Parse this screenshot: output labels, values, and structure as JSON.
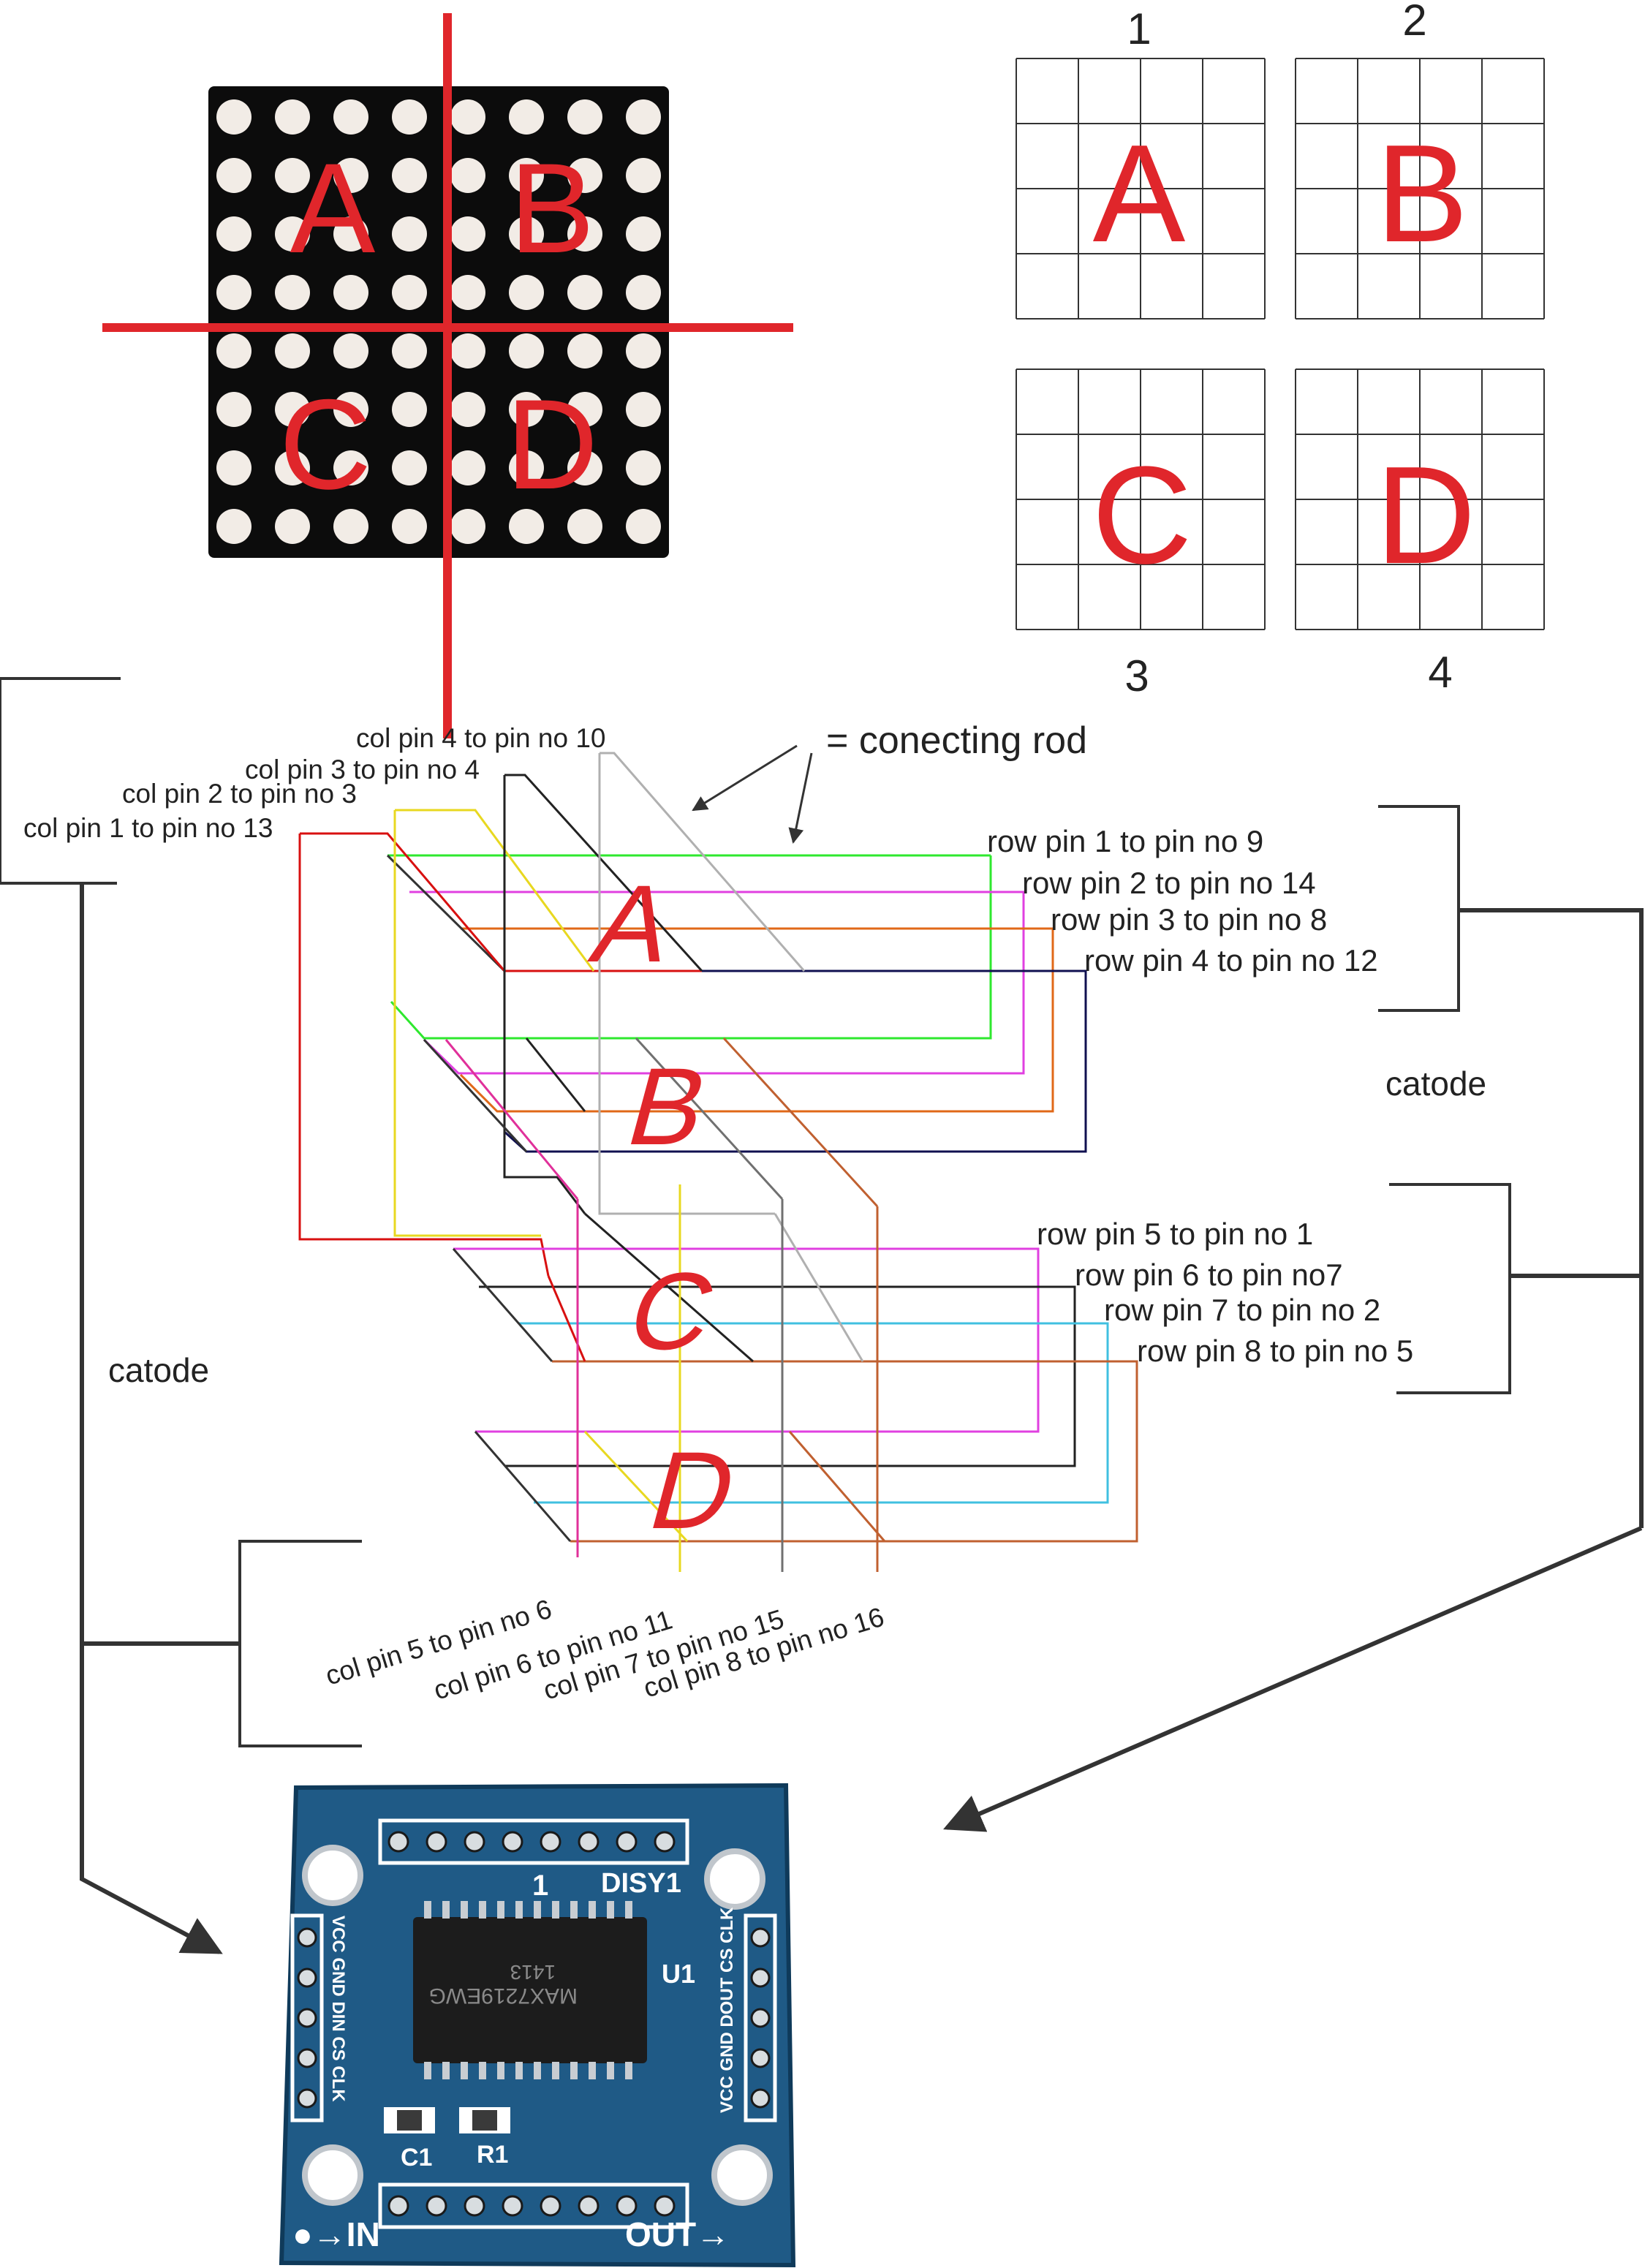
{
  "matrix_photo": {
    "quadrants": [
      "A",
      "B",
      "C",
      "D"
    ]
  },
  "grids": [
    {
      "number": "1",
      "letter": "A"
    },
    {
      "number": "2",
      "letter": "B"
    },
    {
      "number": "3",
      "letter": "C"
    },
    {
      "number": "4",
      "letter": "D"
    }
  ],
  "rod_label": "= conecting rod",
  "col_top": [
    "col pin 4 to pin no 10",
    "col pin 3 to pin no 4",
    "col pin 2 to pin no 3",
    "col pin 1 to pin no 13"
  ],
  "rows_upper": [
    "row pin 1 to pin no 9",
    "row pin 2 to pin no 14",
    "row pin 3 to pin no 8",
    "row pin 4 to pin no 12"
  ],
  "rows_lower": [
    "row pin 5 to pin no 1",
    "row pin 6 to pin no7",
    "row pin 7 to pin no 2",
    "row pin 8 to pin no 5"
  ],
  "col_bottom": [
    "col pin 5 to pin no 6",
    "col pin 6 to pin no 11",
    "col pin 7 to pin no 15",
    "col pin 8 to pin no 16"
  ],
  "catode_right": "catode",
  "catode_left": "catode",
  "layers": [
    "A",
    "B",
    "C",
    "D"
  ],
  "pcb": {
    "disy": "DISY1",
    "pin1": "1",
    "u1": "U1",
    "left_pins": "VCC GND DIN CS CLK",
    "right_pins": "VCC GND DOUT CS CLK",
    "c1": "C1",
    "r1": "R1",
    "in": "●→IN",
    "out": "OUT→",
    "chip_text": "MAX7219EWG",
    "chip_code": "1413"
  },
  "colors": {
    "red": "#e0262b",
    "green": "#2ee82e",
    "magenta": "#e040e0",
    "orange": "#e06818",
    "navy": "#101050",
    "yellow": "#e8d820",
    "black": "#222222",
    "gray": "#b0b0b0",
    "darkgray": "#707070",
    "brown": "#c06030",
    "pink": "#e0309a",
    "cyan": "#40c0e0"
  }
}
